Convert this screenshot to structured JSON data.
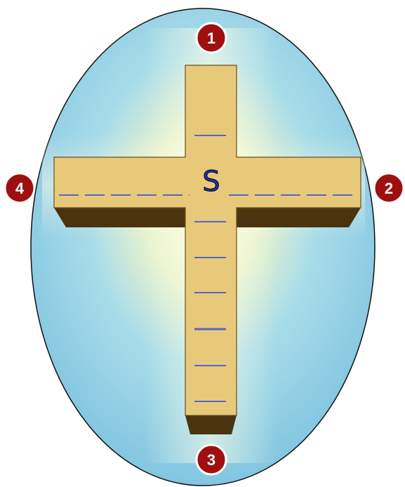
{
  "diagram": {
    "center_letter": "S",
    "markers": [
      {
        "id": "top",
        "label": "1"
      },
      {
        "id": "right",
        "label": "2"
      },
      {
        "id": "bottom",
        "label": "3"
      },
      {
        "id": "left",
        "label": "4"
      }
    ]
  },
  "colors": {
    "oval_fill": "#8ecfe6",
    "oval_glow": "#f4f6c8",
    "cross_face": "#e8c979",
    "cross_shadow": "#4a3410",
    "tick_line": "#5566cc",
    "marker_fill": "#9e1010",
    "marker_ring": "#ffffff"
  }
}
